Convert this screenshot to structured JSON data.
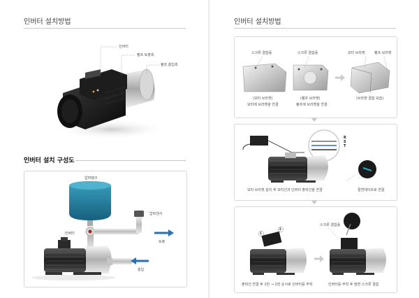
{
  "left": {
    "header_title": "인버터 설치방법",
    "hero_labels": {
      "inverter": "인버터",
      "pump_inlet": "펌프 토출측",
      "pump_outlet": "펌프 흡입측"
    },
    "section_title": "인버터 설치 구성도",
    "diagram_labels": {
      "pressure_tank": "압력탱크",
      "pressure_sensor": "압력센서",
      "inverter": "인버터",
      "discharge": "토출",
      "suction": "흡입"
    }
  },
  "right": {
    "header_title": "인버터 설치방법",
    "step1": {
      "labels": [
        "스크류 결합홀",
        "스크류 결합홀",
        "모터 브라켓",
        "펌프 브라켓"
      ],
      "captions": [
        "(모터 브라켓)",
        "(펌프 브라켓)",
        "(브라켓 결합 모습)"
      ],
      "subcaptions": [
        "모터에 브라켓을 연결",
        "펌프에 브라켓을 연결"
      ]
    },
    "step2": {
      "wires": [
        "R",
        "S",
        "T"
      ],
      "caption": "모터 브라켓 설치 후 모터선과 인버터 출력선을 연결",
      "tape": "절연테이프로 연결"
    },
    "step3": {
      "numbers": [
        "1",
        "2"
      ],
      "screw": "스크류 결합홀",
      "caption_left": "출력선 연결 후 1번 → 2번 순서로 인버터를 부착",
      "caption_right": "인버터를 부착 후 정면 스크류 결합"
    },
    "colors": {
      "arrow_blue": "#2a6fb5",
      "tank_teal": "#2a8aa8",
      "pipe_gray": "#c8c8c8"
    }
  }
}
